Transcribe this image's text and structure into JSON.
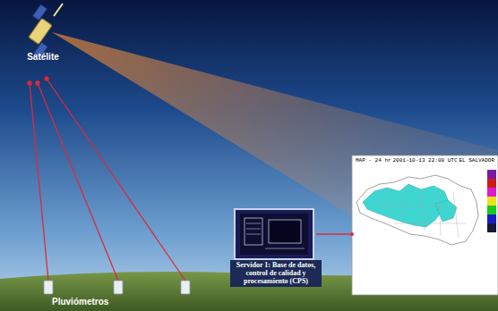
{
  "diagram": {
    "nodes": [
      {
        "text": [
          "Satélite"
        ]
      },
      {
        "text": [
          "Servidor 1: Base de datos, control de calidad y procesamiento (CPS)"
        ]
      },
      {
        "text": [
          "MAP - 24 hr",
          "2001-10-13 22:00 UTC",
          "EL SALVADOR"
        ]
      }
    ],
    "edges": [
      {
        "from": 1,
        "to": 2,
        "arrow": "none"
      }
    ],
    "labels": [
      "Pluviómetros"
    ]
  }
}
